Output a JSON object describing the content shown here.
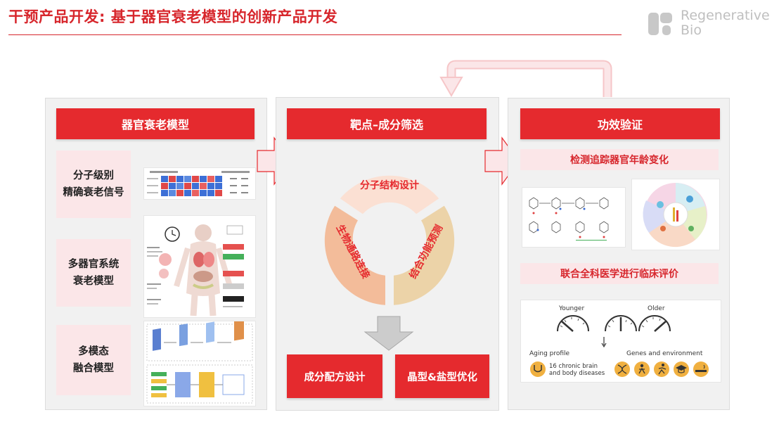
{
  "header": {
    "title": "干预产品开发: 基于器官衰老模型的创新产品开发",
    "logo_line1": "Regenerative",
    "logo_line2": "Bio"
  },
  "col1": {
    "header": "器官衰老模型",
    "items": [
      {
        "line1": "分子级别",
        "line2": "精确衰老信号"
      },
      {
        "line1": "多器官系统",
        "line2": "衰老模型"
      },
      {
        "line1": "多模态",
        "line2": "融合模型"
      }
    ]
  },
  "col2": {
    "header": "靶点–成分筛选",
    "ring": {
      "top": "分子结构设计",
      "left": "生物通路连接",
      "right": "结合功能预测"
    },
    "buttons": [
      "成分配方设计",
      "晶型&盐型优化"
    ]
  },
  "col3": {
    "header": "功效验证",
    "sub1": "检测追踪器官年龄变化",
    "sub2": "联合全科医学进行临床评价",
    "gauge": {
      "younger": "Younger",
      "older": "Older",
      "aging_profile": "Aging profile",
      "diseases_line1": "16 chronic brain",
      "diseases_line2": "and body diseases",
      "genes": "Genes and environment"
    }
  },
  "colors": {
    "accent": "#e52a2e",
    "pink": "#fbe6e8",
    "ring_light": "#f9dccb",
    "ring_mid": "#f2bc9c",
    "ring_tan": "#ebd1a6"
  }
}
